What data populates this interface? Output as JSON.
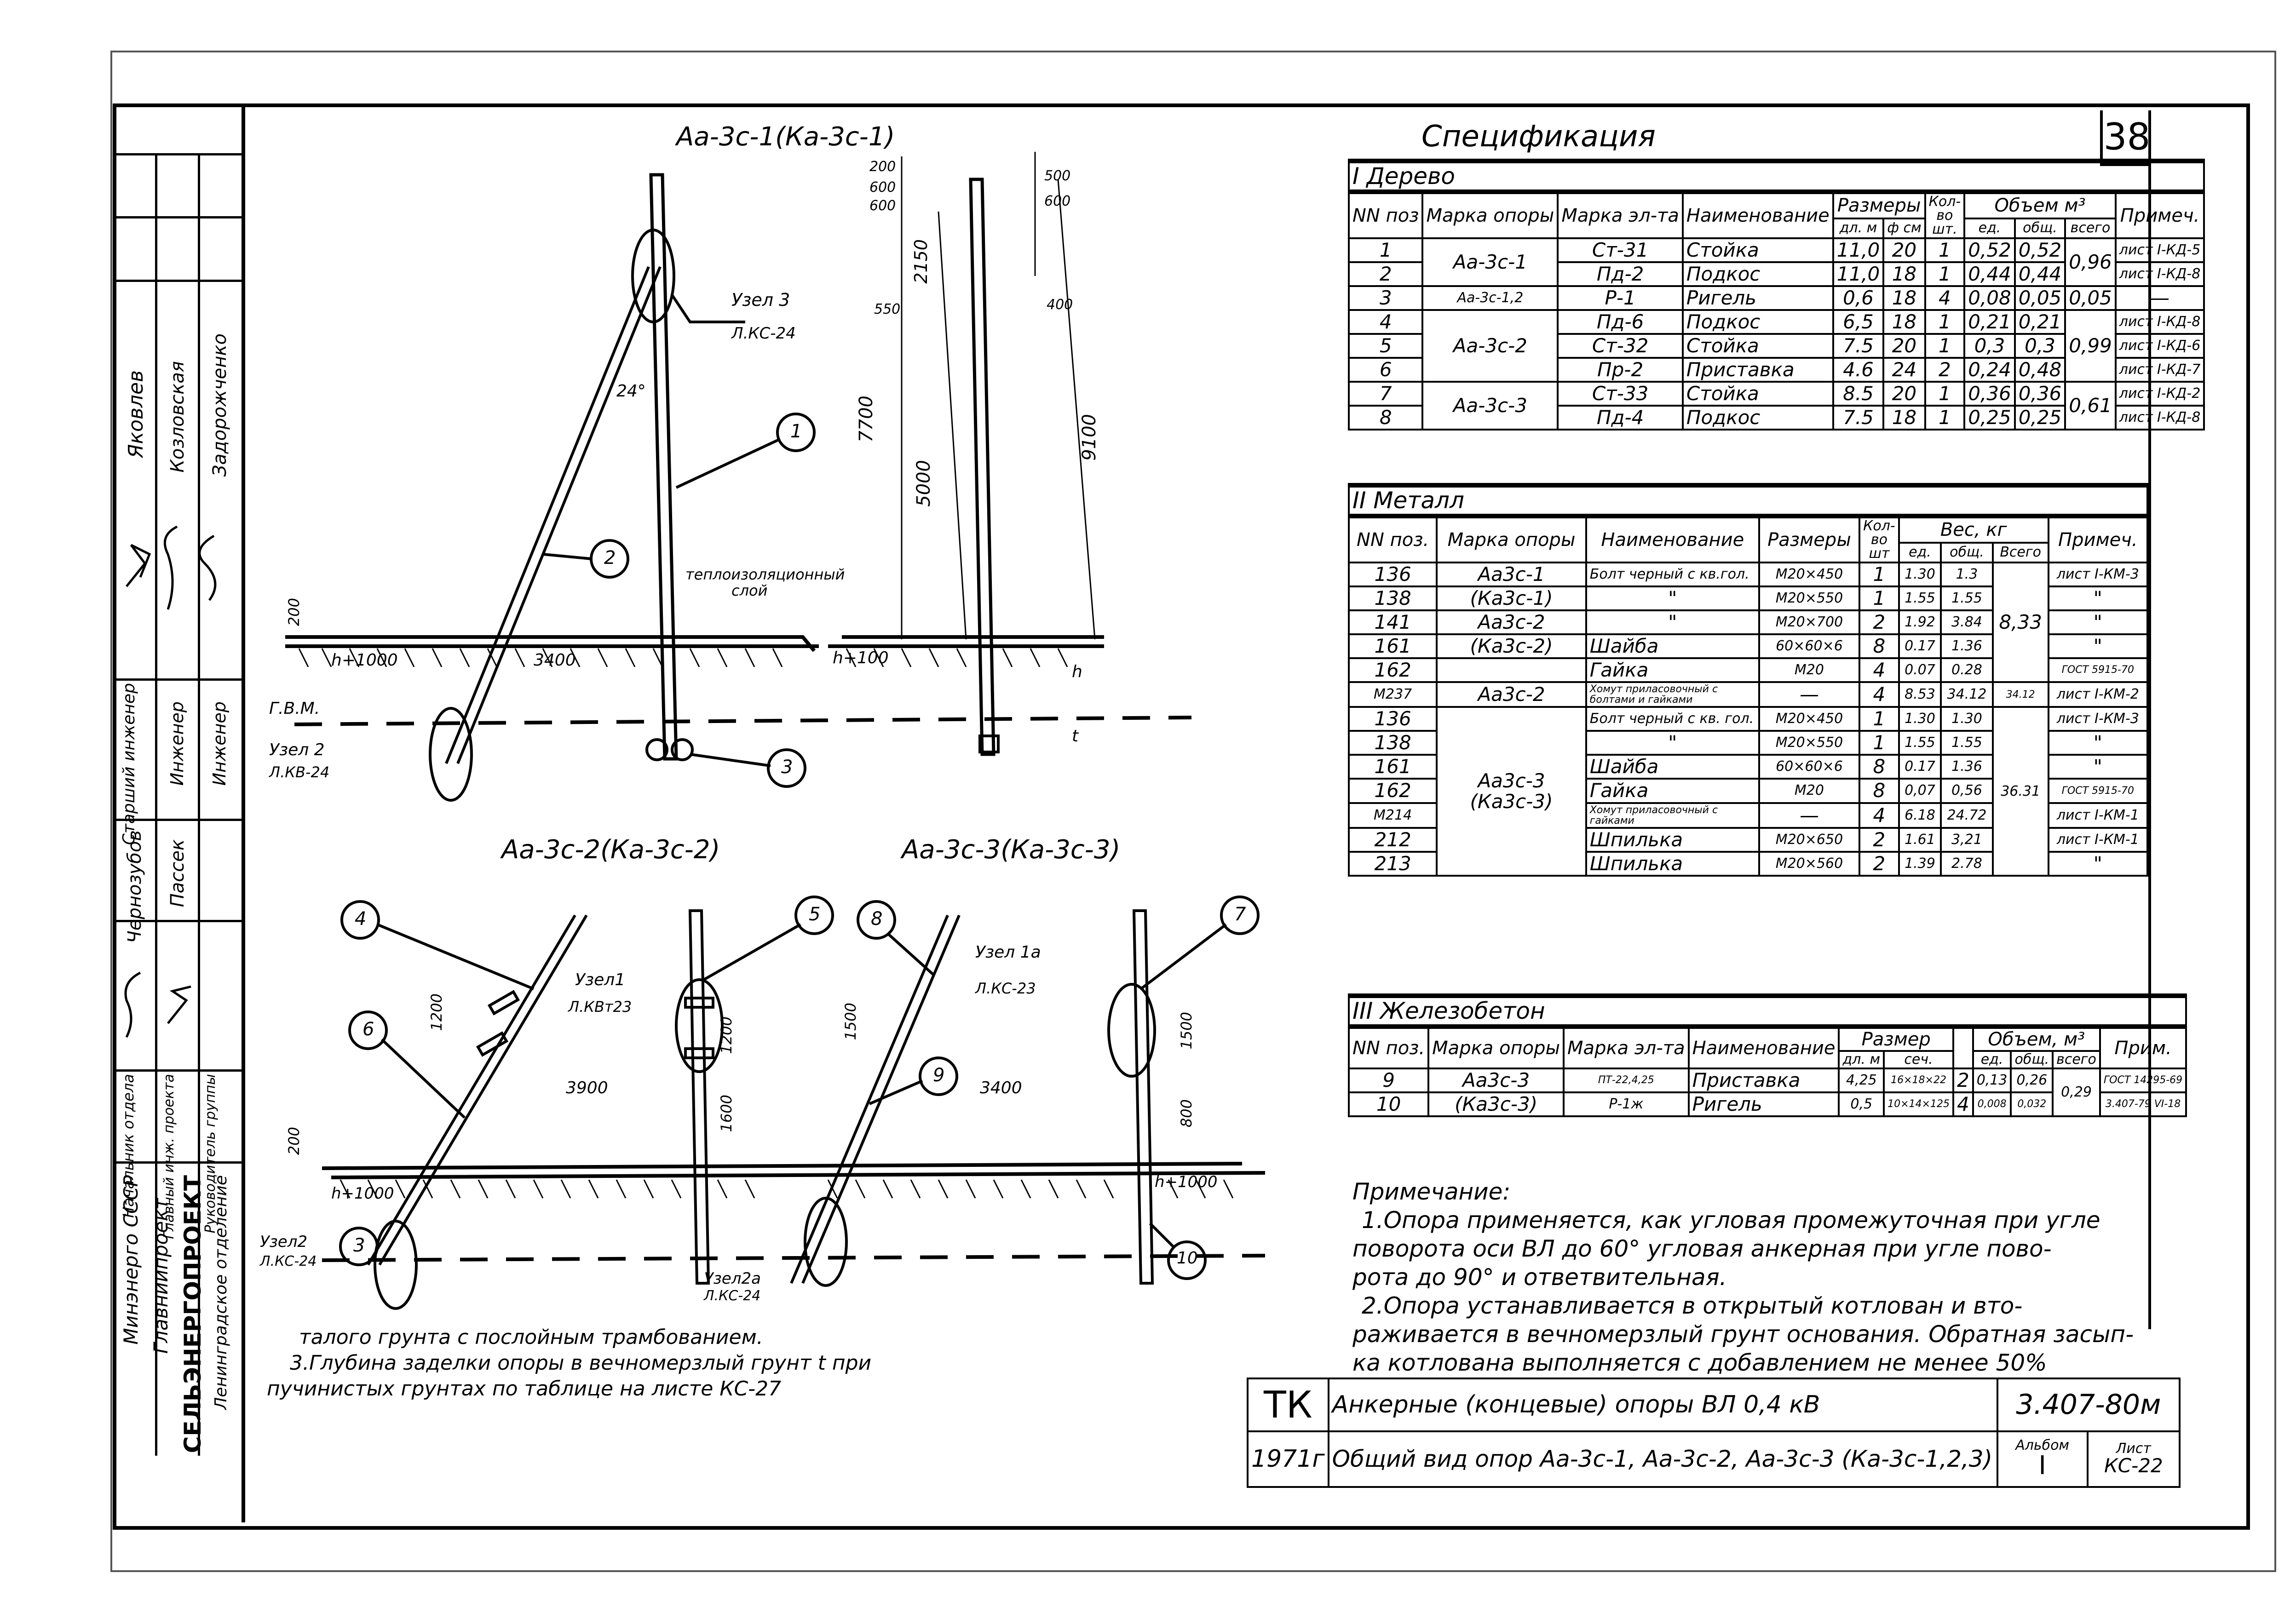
{
  "sheet": {
    "page_number": "38",
    "spec_title": "Спецификация"
  },
  "drawings": {
    "view1": {
      "title": "Аа-3с-1(Ка-3с-1)",
      "node3_label": "Узел 3",
      "node3_ref": "Л.КС-24",
      "angle": "24°",
      "dims": [
        "200",
        "600",
        "600",
        "500",
        "600",
        "2150",
        "550",
        "400",
        "7700",
        "5000",
        "9100"
      ],
      "insulation_label_1": "теплоизоляционный",
      "insulation_label_2": "слой",
      "dim_h1000": "h+1000",
      "dim_3400": "3400",
      "dim_h100": "h+100",
      "gvm": "Г.В.М.",
      "node2_label": "Узел 2",
      "node2_ref": "Л.КВ-24",
      "dim_200_ground": "200",
      "h": "h",
      "t": "t",
      "callouts": [
        "1",
        "2",
        "3"
      ]
    },
    "view2": {
      "title": "Аа-3с-2(Ка-3с-2)",
      "node1_label": "Узел1",
      "node1_ref": "Л.КВт23",
      "dim_1200a": "1200",
      "dim_1200b": "1200",
      "dim_3900": "3900",
      "dim_1600": "1600",
      "dim_200": "200",
      "dim_h1000": "h+1000",
      "node2_label": "Узел2",
      "node2_ref": "Л.КС-24",
      "callouts": [
        "4",
        "5",
        "6",
        "3"
      ]
    },
    "view3": {
      "title": "Аа-3с-3(Ка-3с-3)",
      "node1a_label": "Узел 1а",
      "node1a_ref": "Л.КС-23",
      "dim_1500a": "1500",
      "dim_1500b": "1500",
      "dim_3400": "3400",
      "dim_800": "800",
      "dim_h1000": "h+1000",
      "node2a_label": "Узел2а",
      "node2a_ref": "Л.КС-24",
      "callouts": [
        "8",
        "7",
        "9",
        "10"
      ]
    },
    "left_note_lines": [
      "талого грунта с послойным трамбованием.",
      "3.Глубина заделки опоры в вечномерзлый грунт t при",
      "пучинистых грунтах по таблице на листе КС-27"
    ]
  },
  "spec": {
    "wood": {
      "section": "I Дерево",
      "headers": {
        "pos": "NN поз",
        "brand_support": "Марка опоры",
        "brand_element": "Марка эл-та",
        "name": "Наименование",
        "sizes": "Размеры",
        "length": "дл. м",
        "diam": "ф см",
        "qty": "Кол-во шт.",
        "volume": "Объем м³",
        "unit": "ед.",
        "total": "общ.",
        "all": "всего",
        "note": "Примеч."
      },
      "rows": [
        {
          "pos": "1",
          "support": "Аа-3с-1",
          "element": "Ст-31",
          "name": "Стойка",
          "len": "11,0",
          "diam": "20",
          "qty": "1",
          "unit": "0,52",
          "total": "0,52",
          "all": "0,96",
          "note": "лист I-КД-5"
        },
        {
          "pos": "2",
          "support": "",
          "element": "Пд-2",
          "name": "Подкос",
          "len": "11,0",
          "diam": "18",
          "qty": "1",
          "unit": "0,44",
          "total": "0,44",
          "all": "",
          "note": "лист I-КД-8"
        },
        {
          "pos": "3",
          "support": "Аа-3с-1,2",
          "element": "Р-1",
          "name": "Ригель",
          "len": "0,6",
          "diam": "18",
          "qty": "4",
          "unit": "0,08",
          "total": "0,05",
          "all": "0,05",
          "note": "—"
        },
        {
          "pos": "4",
          "support": "Аа-3с-2",
          "element": "Пд-6",
          "name": "Подкос",
          "len": "6,5",
          "diam": "18",
          "qty": "1",
          "unit": "0,21",
          "total": "0,21",
          "all": "0,99",
          "note": "лист I-КД-8"
        },
        {
          "pos": "5",
          "support": "",
          "element": "Ст-32",
          "name": "Стойка",
          "len": "7.5",
          "diam": "20",
          "qty": "1",
          "unit": "0,3",
          "total": "0,3",
          "all": "",
          "note": "лист I-КД-6"
        },
        {
          "pos": "6",
          "support": "",
          "element": "Пр-2",
          "name": "Приставка",
          "len": "4.6",
          "diam": "24",
          "qty": "2",
          "unit": "0,24",
          "total": "0,48",
          "all": "",
          "note": "лист I-КД-7"
        },
        {
          "pos": "7",
          "support": "Аа-3с-3",
          "element": "Ст-33",
          "name": "Стойка",
          "len": "8.5",
          "diam": "20",
          "qty": "1",
          "unit": "0,36",
          "total": "0,36",
          "all": "0,61",
          "note": "лист I-КД-2"
        },
        {
          "pos": "8",
          "support": "",
          "element": "Пд-4",
          "name": "Подкос",
          "len": "7.5",
          "diam": "18",
          "qty": "1",
          "unit": "0,25",
          "total": "0,25",
          "all": "",
          "note": "лист I-КД-8"
        }
      ]
    },
    "metal": {
      "section": "II Металл",
      "headers": {
        "pos": "NN поз.",
        "brand_support": "Марка опоры",
        "name": "Наименование",
        "sizes": "Размеры",
        "qty": "Кол-во шт",
        "weight": "Вес, кг",
        "unit": "ед.",
        "total": "общ.",
        "all": "Всего",
        "note": "Примеч."
      },
      "rows": [
        {
          "pos": "136",
          "support": "Аа3с-1",
          "name": "Болт черный с кв.гол.",
          "size": "М20×450",
          "qty": "1",
          "unit": "1.30",
          "total": "1.3",
          "note": "лист I-КМ-3"
        },
        {
          "pos": "138",
          "support": "(Ка3с-1)",
          "name": "\"",
          "size": "М20×550",
          "qty": "1",
          "unit": "1.55",
          "total": "1.55",
          "note": "\""
        },
        {
          "pos": "141",
          "support": "Аа3с-2",
          "name": "\"",
          "size": "М20×700",
          "qty": "2",
          "unit": "1.92",
          "total": "3.84",
          "note": "\""
        },
        {
          "pos": "161",
          "support": "(Ка3с-2)",
          "name": "Шайба",
          "size": "60×60×6",
          "qty": "8",
          "unit": "0.17",
          "total": "1.36",
          "note": "\""
        },
        {
          "pos": "162",
          "support": "",
          "name": "Гайка",
          "size": "М20",
          "qty": "4",
          "unit": "0.07",
          "total": "0.28",
          "note": "ГОСТ 5915-70"
        },
        {
          "pos": "М237",
          "support": "Аа3с-2",
          "name": "Хомут приласовочный с болтами и гайками",
          "size": "—",
          "qty": "4",
          "unit": "8.53",
          "total": "34.12",
          "all": "34.12",
          "note": "лист I-КМ-2"
        },
        {
          "pos": "136",
          "support": "",
          "name": "Болт черный с кв. гол.",
          "size": "М20×450",
          "qty": "1",
          "unit": "1.30",
          "total": "1.30",
          "note": "лист I-КМ-3"
        },
        {
          "pos": "138",
          "support": "",
          "name": "\"",
          "size": "М20×550",
          "qty": "1",
          "unit": "1.55",
          "total": "1.55",
          "note": "\""
        },
        {
          "pos": "161",
          "support": "",
          "name": "Шайба",
          "size": "60×60×6",
          "qty": "8",
          "unit": "0.17",
          "total": "1.36",
          "note": "\""
        },
        {
          "pos": "162",
          "support": "Аа3с-3",
          "name": "Гайка",
          "size": "М20",
          "qty": "8",
          "unit": "0,07",
          "total": "0,56",
          "note": "ГОСТ 5915-70"
        },
        {
          "pos": "М214",
          "support": "(Ка3с-3)",
          "name": "Хомут приласовочный с гайками",
          "size": "—",
          "qty": "4",
          "unit": "6.18",
          "total": "24.72",
          "note": "лист I-КМ-1"
        },
        {
          "pos": "212",
          "support": "",
          "name": "Шпилька",
          "size": "М20×650",
          "qty": "2",
          "unit": "1.61",
          "total": "3,21",
          "note": "лист I-КМ-1"
        },
        {
          "pos": "213",
          "support": "",
          "name": "Шпилька",
          "size": "М20×560",
          "qty": "2",
          "unit": "1.39",
          "total": "2.78",
          "note": "\""
        }
      ],
      "group_totals": {
        "g1": "8,33",
        "g2": "34.12",
        "g3": "36.31"
      }
    },
    "concrete": {
      "section": "III Железобетон",
      "headers": {
        "pos": "NN поз.",
        "brand_support": "Марка опоры",
        "brand_element": "Марка эл-та",
        "name": "Наименование",
        "size": "Размер",
        "length": "дл. м",
        "section": "сеч.",
        "volume": "Объем, м³",
        "unit": "ед.",
        "total": "общ.",
        "all": "всего",
        "note": "Прим."
      },
      "rows": [
        {
          "pos": "9",
          "support": "Аа3с-3",
          "element": "ПТ-22,4,25",
          "name": "Приставка",
          "len": "4,25",
          "sec": "16×18×22",
          "qty": "2",
          "unit": "0,13",
          "total": "0,26",
          "note": "ГОСТ 14295-69"
        },
        {
          "pos": "10",
          "support": "(Ка3с-3)",
          "element": "Р-1ж",
          "name": "Ригель",
          "len": "0,5",
          "sec": "10×14×125",
          "qty": "4",
          "unit": "0,008",
          "total": "0,032",
          "note": "3.407-79 VI-18"
        }
      ],
      "all": "0,29"
    }
  },
  "notes": {
    "title": "Примечание:",
    "lines": [
      "1.Опора применяется, как угловая промежуточная при угле",
      "поворота оси ВЛ до 60° угловая анкерная при угле пово-",
      "рота до 90° и ответвительная.",
      "2.Опора устанавливается в открытый котлован и вто-",
      "раживается в вечномерзлый грунт основания. Обратная засып-",
      "ка котлована выполняется с добавлением не менее 50%"
    ]
  },
  "title_block": {
    "code_left": "ТК",
    "title": "Анкерные (концевые) опоры ВЛ 0,4 кВ",
    "doc_number": "3.407-80м",
    "year": "1971г",
    "subtitle": "Общий вид опор Аа-3с-1, Аа-3с-2, Аа-3с-3 (Ка-3с-1,2,3)",
    "album_label": "Альбом",
    "album_value": "I",
    "sheet_label": "Лист",
    "sheet_value": "КС-22"
  },
  "side_stamp": {
    "names": [
      "Яковлев",
      "Козловская",
      "Задорожченко"
    ],
    "roles_1": [
      "Старший инженер",
      "Инженер",
      "Инженер"
    ],
    "names_2": [
      "Чернозубов",
      "Пассек",
      ""
    ],
    "roles_2": [
      "Начальник отдела",
      "Главный инж. проекта",
      "Руководитель группы"
    ],
    "org_1": "Минэнерго СССР",
    "org_2": "Главниипроект",
    "org_3": "СЕЛЬЭНЕРГОПРОЕКТ",
    "org_4": "Ленинградское отделение"
  }
}
